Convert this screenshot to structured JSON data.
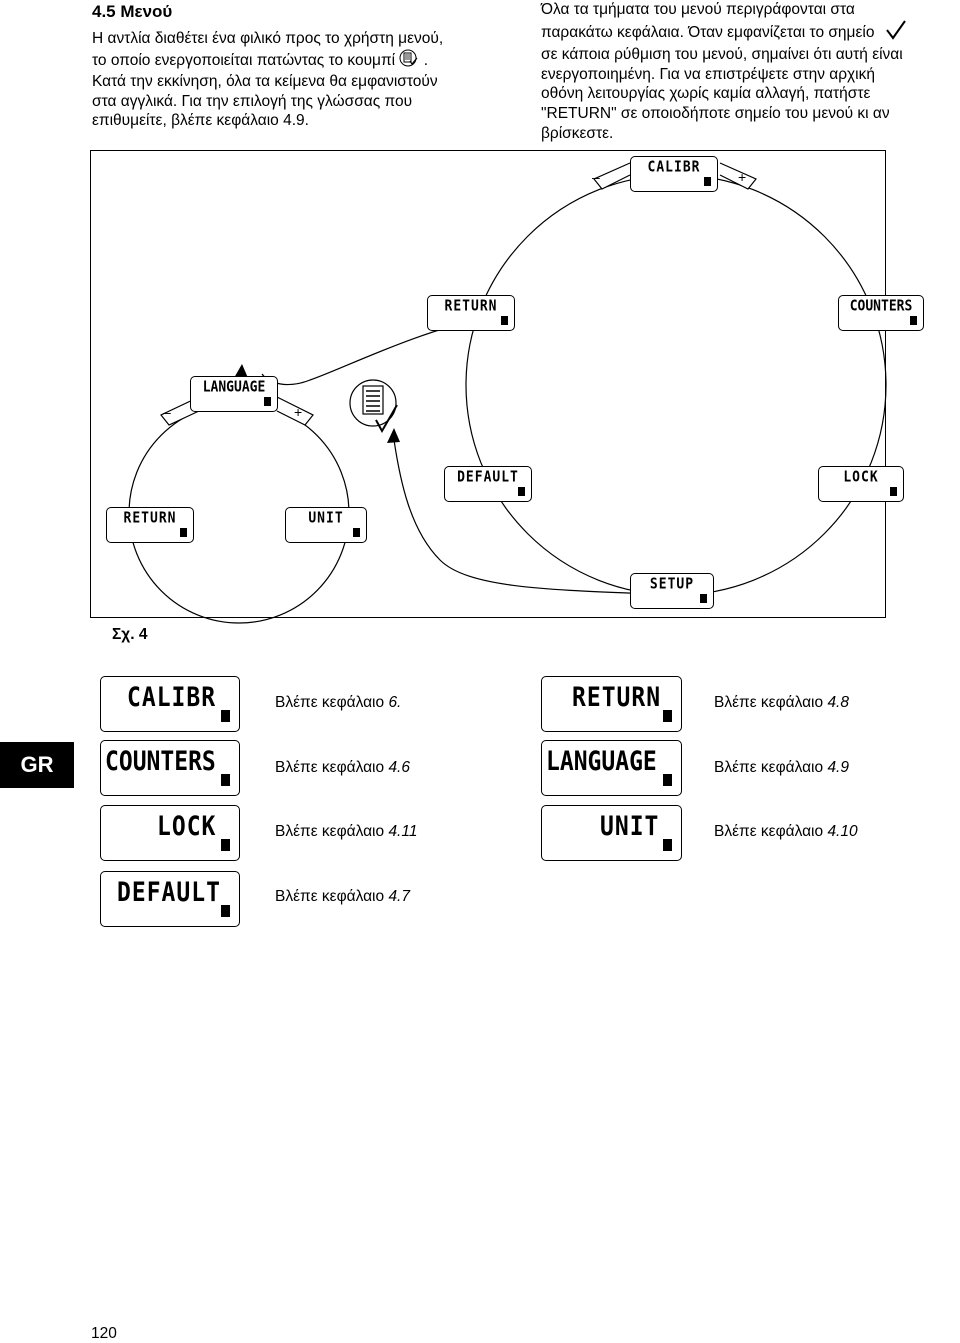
{
  "heading": "4.5 Μενού",
  "intro_left": {
    "l1": "Η αντλία διαθέτει ένα φιλικό προς το χρήστη μενού,",
    "l2a": "το οποίο ενεργοποιείται πατώντας το κουμπί",
    "l2b": ".",
    "l3": "Κατά την εκκίνηση, όλα τα κείμενα θα εμφανιστούν",
    "l4": "στα αγγλικά. Για την επιλογή της γλώσσας που",
    "l5": "επιθυμείτε, βλέπε κεφάλαιο 4.9."
  },
  "intro_right": {
    "l1": "Όλα τα τμήματα του μενού περιγράφονται στα",
    "l2a": "παρακάτω κεφάλαια. Όταν εμφανίζεται το σημείο",
    "l3": "σε κάποια ρύθμιση του μενού, σημαίνει ότι αυτή είναι",
    "l4": "ενεργοποιημένη. Για να επιστρέψετε στην αρχική",
    "l5": "οθόνη λειτουργίας χωρίς καμία αλλαγή, πατήστε",
    "l6": "\"RETURN\" σε οποιοδήποτε σημείο του μενού κι αν",
    "l7": "βρίσκεστε."
  },
  "diagram": {
    "calibr": "CALIBR",
    "return_main": "RETURN",
    "counters": "COUNTERS",
    "default": "DEFAULT",
    "lock": "LOCK",
    "setup": "SETUP",
    "language": "LANGUAGE",
    "return_lang": "RETURN",
    "unit": "UNIT",
    "minus": "–",
    "plus": "+"
  },
  "figure_label": "Σχ. 4",
  "references": [
    {
      "display": "CALIBR",
      "text": "Βλέπε κεφάλαιο ",
      "ref": "6."
    },
    {
      "display": "COUNTERS",
      "text": "Βλέπε κεφάλαιο ",
      "ref": "4.6"
    },
    {
      "display": "LOCK",
      "text": "Βλέπε κεφάλαιο ",
      "ref": "4.11"
    },
    {
      "display": "DEFAULT",
      "text": "Βλέπε κεφάλαιο ",
      "ref": "4.7"
    },
    {
      "display": "RETURN",
      "text": "Βλέπε κεφάλαιο ",
      "ref": "4.8"
    },
    {
      "display": "LANGUAGE",
      "text": "Βλέπε κεφάλαιο ",
      "ref": "4.9"
    },
    {
      "display": "UNIT",
      "text": "Βλέπε κεφάλαιο ",
      "ref": "4.10"
    }
  ],
  "side_tab": "GR",
  "page_number": "120"
}
